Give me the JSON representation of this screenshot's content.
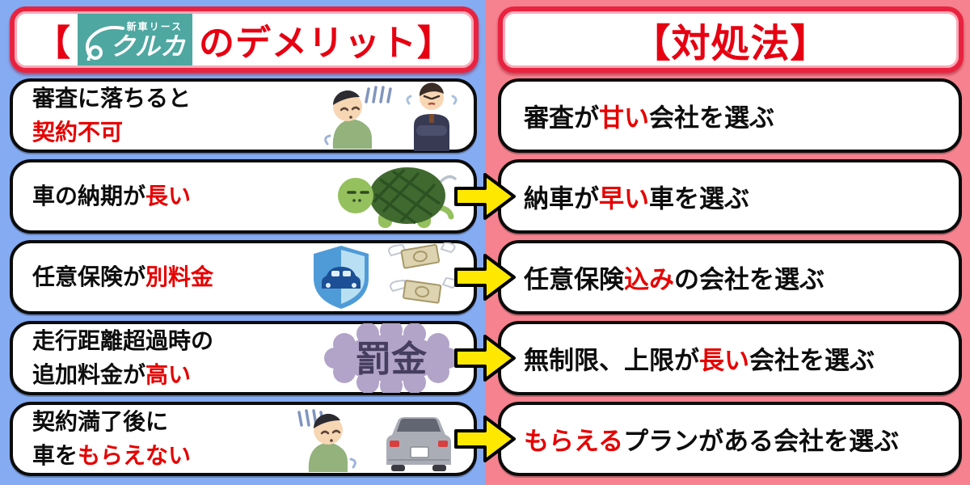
{
  "page": {
    "bg_left_color": "#85abf2",
    "bg_right_color": "#f5828e",
    "box_border_color": "#0b0b0b",
    "header_border_color": "#e8233f",
    "header_text_color": "#e60012",
    "emphasis_color": "#e60000",
    "arrow_color": "#ffe800"
  },
  "headers": {
    "left": {
      "bracket_open": "【",
      "title_rest": "のデメリット】",
      "logo": {
        "tagline": "新車リース",
        "name": "クルカ",
        "bg_color": "#4ea7a1"
      }
    },
    "right": {
      "title": "【対処法】"
    }
  },
  "rows": [
    {
      "left": {
        "line1": "審査に落ちると",
        "line2_pre": "",
        "line2_em": "契約不可"
      },
      "right": {
        "pre": "審査が",
        "em": "甘い",
        "post": "会社を選ぶ"
      },
      "has_arrow": false,
      "illustration": "rejected-by-boss"
    },
    {
      "left": {
        "line1": "",
        "line2_pre": "車の納期が",
        "line2_em": "長い"
      },
      "right": {
        "pre": "納車が",
        "em": "早い",
        "post": "車を選ぶ"
      },
      "has_arrow": true,
      "illustration": "slow-turtle"
    },
    {
      "left": {
        "line1": "",
        "line2_pre": "任意保険が",
        "line2_em": "別料金"
      },
      "right": {
        "pre": "任意保険",
        "em": "込み",
        "post": "の会社を選ぶ"
      },
      "has_arrow": true,
      "illustration": "car-insurance-shield-and-flying-money"
    },
    {
      "left": {
        "line1": "走行距離超過時の",
        "line2_pre": "追加料金が",
        "line2_em": "高い"
      },
      "right": {
        "pre": "無制限、上限が",
        "em": "長い",
        "post": "会社を選ぶ"
      },
      "has_arrow": true,
      "illustration": "penalty-fee-badge"
    },
    {
      "left": {
        "line1": "契約満了後に",
        "line2_pre": "車を",
        "line2_em": "もらえない"
      },
      "right": {
        "pre": "",
        "em": "もらえる",
        "post": "プランがある会社を選ぶ"
      },
      "has_arrow": true,
      "illustration": "sad-man-and-departing-car"
    }
  ],
  "illustrations": {
    "penalty_label": "罰金"
  }
}
